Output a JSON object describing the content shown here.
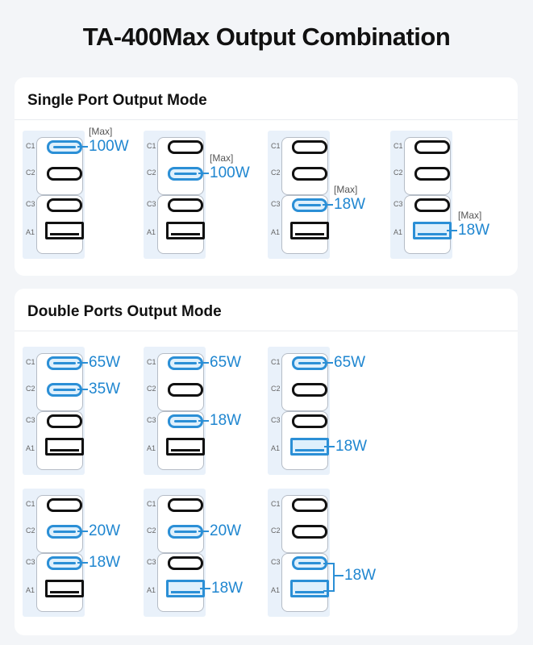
{
  "title": "TA-400Max Output Combination",
  "port_labels": [
    "C1",
    "C2",
    "C3",
    "A1"
  ],
  "sections": [
    {
      "heading": "Single Port Output Mode",
      "configs": [
        {
          "active": [
            "C1"
          ],
          "outputs": [
            {
              "port": "C1",
              "watts": "100W",
              "tag": "[Max]"
            }
          ]
        },
        {
          "active": [
            "C2"
          ],
          "outputs": [
            {
              "port": "C2",
              "watts": "100W",
              "tag": "[Max]"
            }
          ]
        },
        {
          "active": [
            "C3"
          ],
          "outputs": [
            {
              "port": "C3",
              "watts": "18W",
              "tag": "[Max]"
            }
          ]
        },
        {
          "active": [
            "A1"
          ],
          "outputs": [
            {
              "port": "A1",
              "watts": "18W",
              "tag": "[Max]"
            }
          ]
        }
      ]
    },
    {
      "heading": "Double Ports Output Mode",
      "configs": [
        {
          "active": [
            "C1",
            "C2"
          ],
          "outputs": [
            {
              "port": "C1",
              "watts": "65W"
            },
            {
              "port": "C2",
              "watts": "35W"
            }
          ]
        },
        {
          "active": [
            "C1",
            "C3"
          ],
          "outputs": [
            {
              "port": "C1",
              "watts": "65W"
            },
            {
              "port": "C3",
              "watts": "18W"
            }
          ]
        },
        {
          "active": [
            "C1",
            "A1"
          ],
          "outputs": [
            {
              "port": "C1",
              "watts": "65W"
            },
            {
              "port": "A1",
              "watts": "18W"
            }
          ]
        },
        {
          "active": [
            "C2",
            "C3"
          ],
          "outputs": [
            {
              "port": "C2",
              "watts": "20W"
            },
            {
              "port": "C3",
              "watts": "18W"
            }
          ]
        },
        {
          "active": [
            "C2",
            "A1"
          ],
          "outputs": [
            {
              "port": "C2",
              "watts": "20W"
            },
            {
              "port": "A1",
              "watts": "18W"
            }
          ]
        },
        {
          "active": [
            "C3",
            "A1"
          ],
          "outputs": [
            {
              "port": "C3+A1",
              "watts": "18W",
              "shared": true
            }
          ]
        }
      ]
    }
  ],
  "colors": {
    "active": "#2b8fd6",
    "inactive": "#111111",
    "watt_text": "#1f86d0",
    "charger_bg": "#e9f1fa"
  }
}
